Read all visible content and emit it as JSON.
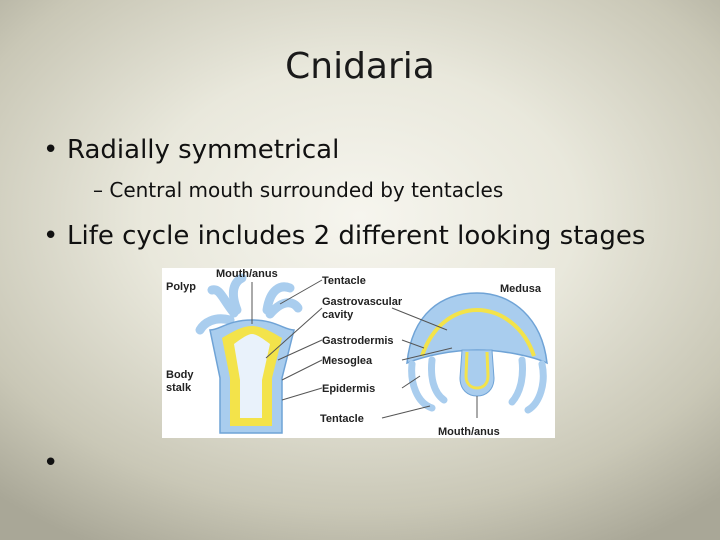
{
  "slide": {
    "title": "Cnidaria",
    "bullets": [
      {
        "text": "Radially symmetrical",
        "sub": "– Central mouth surrounded by tentacles"
      },
      {
        "text": "Life cycle includes 2 different looking stages"
      },
      {
        "text": ""
      }
    ],
    "bullet_char": "•"
  },
  "figure": {
    "labels": {
      "polyp": "Polyp",
      "mouth_anus_top": "Mouth/anus",
      "tentacle_top": "Tentacle",
      "gastrovascular_1": "Gastrovascular",
      "gastrovascular_2": "cavity",
      "gastrodermis": "Gastrodermis",
      "mesoglea": "Mesoglea",
      "epidermis": "Epidermis",
      "tentacle_bottom": "Tentacle",
      "body_1": "Body",
      "body_2": "stalk",
      "medusa": "Medusa",
      "mouth_anus_bottom": "Mouth/anus"
    },
    "colors": {
      "body": "#a9cdee",
      "body_dark": "#6fa3d6",
      "cavity": "#e9f2fb",
      "gastrodermis": "#f3e34a",
      "leader": "#555555"
    }
  }
}
